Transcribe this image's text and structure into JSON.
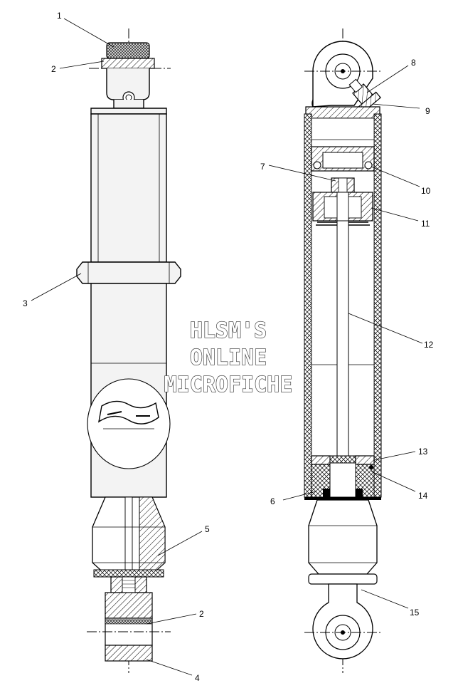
{
  "watermark": {
    "line1": "HLSM'S",
    "line2": "ONLINE",
    "line3": "MICROFICHE"
  },
  "callouts": {
    "c1": "1",
    "c2a": "2",
    "c2b": "2",
    "c3": "3",
    "c4": "4",
    "c5": "5",
    "c6": "6",
    "c7": "7",
    "c8": "8",
    "c9": "9",
    "c10": "10",
    "c11": "11",
    "c12": "12",
    "c13": "13",
    "c14": "14",
    "c15": "15"
  }
}
